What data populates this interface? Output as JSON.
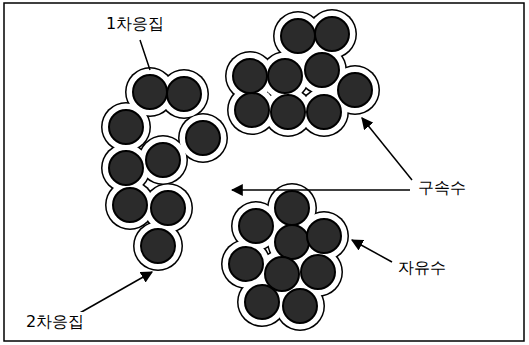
{
  "diagram": {
    "labels": [
      "1차응집",
      "구속수",
      "자유수",
      "2차응집"
    ]
  }
}
